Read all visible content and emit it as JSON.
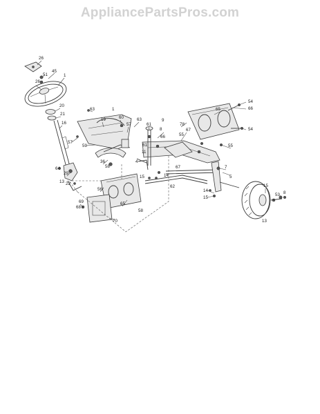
{
  "watermark": "AppliancePartsPros.com",
  "callouts": [
    {
      "id": "c26a",
      "text": "26"
    },
    {
      "id": "c51",
      "text": "51"
    },
    {
      "id": "c45",
      "text": "45"
    },
    {
      "id": "c1",
      "text": "1"
    },
    {
      "id": "c26b",
      "text": "26"
    },
    {
      "id": "c20",
      "text": "20"
    },
    {
      "id": "c21",
      "text": "21"
    },
    {
      "id": "c16",
      "text": "16"
    },
    {
      "id": "c63",
      "text": "63"
    },
    {
      "id": "c19",
      "text": "19"
    },
    {
      "id": "c1b",
      "text": "1"
    },
    {
      "id": "c60",
      "text": "60"
    },
    {
      "id": "c57a",
      "text": "57"
    },
    {
      "id": "c63b",
      "text": "63"
    },
    {
      "id": "c57b",
      "text": "57"
    },
    {
      "id": "c59",
      "text": "59"
    },
    {
      "id": "c36",
      "text": "36"
    },
    {
      "id": "c58a",
      "text": "58"
    },
    {
      "id": "c64",
      "text": "64"
    },
    {
      "id": "c29",
      "text": "29"
    },
    {
      "id": "c13a",
      "text": "13"
    },
    {
      "id": "c22",
      "text": "22"
    },
    {
      "id": "c61",
      "text": "61"
    },
    {
      "id": "c8",
      "text": "8"
    },
    {
      "id": "c9",
      "text": "9"
    },
    {
      "id": "c66a",
      "text": "66"
    },
    {
      "id": "c61b",
      "text": "61"
    },
    {
      "id": "c11",
      "text": "11"
    },
    {
      "id": "c15a",
      "text": "15"
    },
    {
      "id": "c14a",
      "text": "14"
    },
    {
      "id": "c4",
      "text": "4"
    },
    {
      "id": "c67a",
      "text": "67"
    },
    {
      "id": "c62",
      "text": "62"
    },
    {
      "id": "c65a",
      "text": "65"
    },
    {
      "id": "c54a",
      "text": "54"
    },
    {
      "id": "c66b",
      "text": "66"
    },
    {
      "id": "c54b",
      "text": "54"
    },
    {
      "id": "c78",
      "text": "78"
    },
    {
      "id": "c67b",
      "text": "67"
    },
    {
      "id": "c55a",
      "text": "55"
    },
    {
      "id": "c55b",
      "text": "55"
    },
    {
      "id": "c5",
      "text": "5"
    },
    {
      "id": "c7",
      "text": "7"
    },
    {
      "id": "c14b",
      "text": "14"
    },
    {
      "id": "c15b",
      "text": "15"
    },
    {
      "id": "c15c",
      "text": "15"
    },
    {
      "id": "c53",
      "text": "53"
    },
    {
      "id": "c8b",
      "text": "8"
    },
    {
      "id": "c13b",
      "text": "13"
    },
    {
      "id": "c56",
      "text": "56"
    },
    {
      "id": "c58b",
      "text": "58"
    },
    {
      "id": "c65b",
      "text": "65"
    },
    {
      "id": "c68",
      "text": "68"
    },
    {
      "id": "c69",
      "text": "69"
    },
    {
      "id": "c70",
      "text": "70"
    }
  ]
}
